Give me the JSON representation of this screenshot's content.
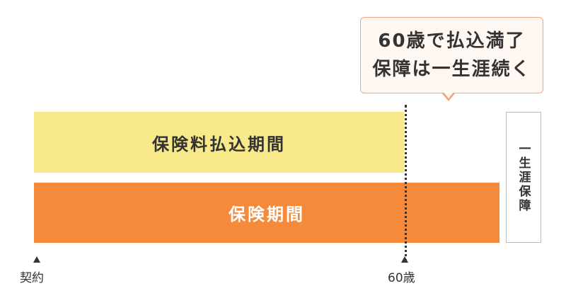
{
  "colors": {
    "premium_bar": "#f8e98a",
    "coverage_bar": "#f58b3a",
    "callout_bg": "#fff7f2",
    "callout_border": "#f1a57a",
    "text": "#333333"
  },
  "callout": {
    "line1": "60歳で払込満了",
    "line2": "保障は一生涯続く"
  },
  "bars": {
    "premium_payment_period": "保険料払込期間",
    "coverage_period": "保険期間"
  },
  "lifetime_label": "一生涯保障",
  "timeline": {
    "start_label": "契約",
    "end_of_payment_label": "60歳"
  }
}
